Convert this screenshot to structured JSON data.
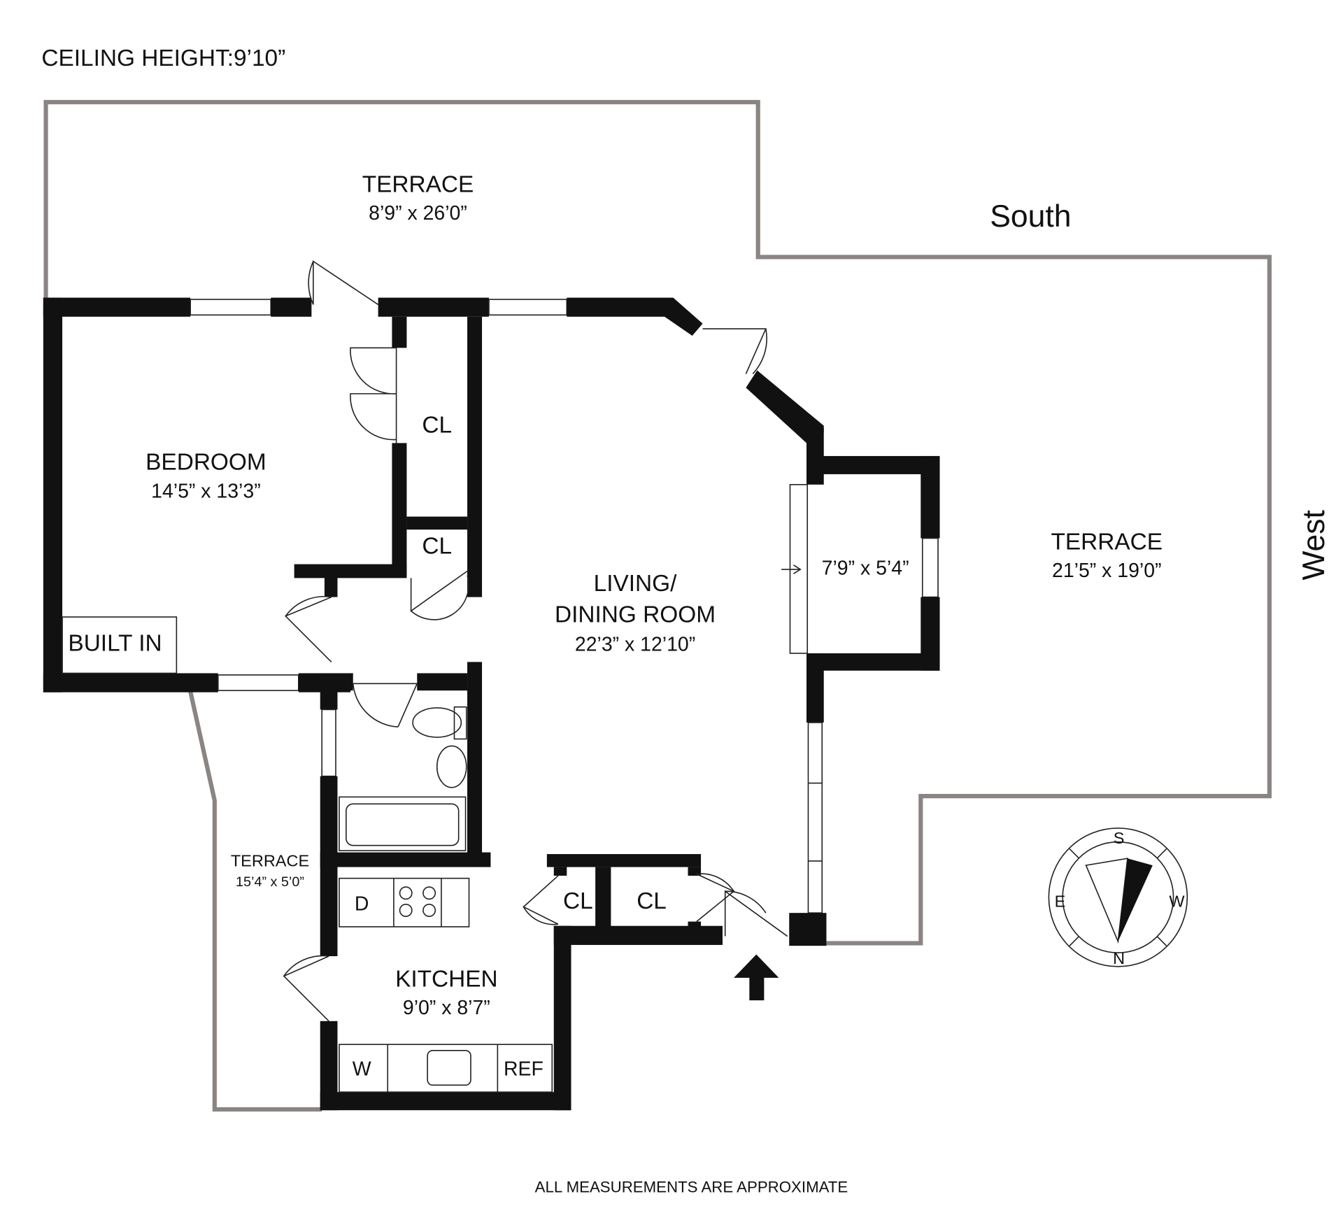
{
  "header": {
    "ceiling_height": "CEILING HEIGHT:9’10”"
  },
  "rooms": {
    "terrace_north": {
      "name": "TERRACE",
      "dims": "8’9” x 26’0”"
    },
    "terrace_west": {
      "name": "TERRACE",
      "dims": "21’5” x 19’0”"
    },
    "terrace_small": {
      "name": "TERRACE",
      "dims": "15’4” x 5’0”"
    },
    "bedroom": {
      "name": "BEDROOM",
      "dims": "14’5” x 13’3”"
    },
    "living": {
      "name_line1": "LIVING/",
      "name_line2": "DINING ROOM",
      "dims": "22’3” x 12’10”"
    },
    "bay": {
      "dims": "7’9” x 5’4”"
    },
    "kitchen": {
      "name": "KITCHEN",
      "dims": "9’0” x 8’7”"
    },
    "closet": "CL",
    "built_in": "BUILT IN"
  },
  "fixtures": {
    "dishwasher": "D",
    "washer": "W",
    "refrigerator": "REF"
  },
  "orientation": {
    "south": "South",
    "west": "West",
    "compass": {
      "s": "S",
      "w": "W",
      "n": "N",
      "e": "E"
    }
  },
  "footer": {
    "note": "ALL MEASUREMENTS ARE APPROXIMATE"
  },
  "colors": {
    "wall": "#111111",
    "terrace_outline": "#8a8583"
  }
}
